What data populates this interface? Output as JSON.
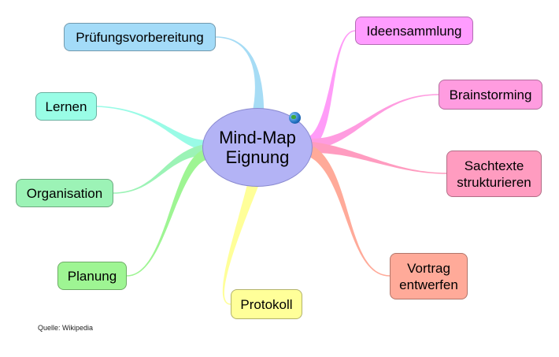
{
  "center": {
    "line1": "Mind-Map",
    "line2": "Eignung",
    "color": "#b3b3f5"
  },
  "nodes": [
    {
      "id": "pruefungsvorbereitung",
      "label": "Prüfungsvorbereitung",
      "color": "#a3dbf8",
      "branch": "#a6dcf5"
    },
    {
      "id": "lernen",
      "label": "Lernen",
      "color": "#99fde6",
      "branch": "#99fbe6"
    },
    {
      "id": "organisation",
      "label": "Organisation",
      "color": "#9cf3b6",
      "branch": "#9cf3b6"
    },
    {
      "id": "planung",
      "label": "Planung",
      "color": "#9ef593",
      "branch": "#9ef593"
    },
    {
      "id": "protokoll",
      "label": "Protokoll",
      "color": "#ffff99",
      "branch": "#ffff99"
    },
    {
      "id": "ideensammlung",
      "label": "Ideensammlung",
      "color": "#ff9cff",
      "branch": "#ff9cf8"
    },
    {
      "id": "brainstorming",
      "label": "Brainstorming",
      "color": "#ff9ce0",
      "branch": "#ff9ce0"
    },
    {
      "id": "sachtexte",
      "label": "Sachtexte strukturieren",
      "color": "#ff9cc0",
      "branch": "#ff9cc0"
    },
    {
      "id": "vortrag",
      "label": "Vortrag entwerfen",
      "color": "#ffaa99",
      "branch": "#ffaa99"
    }
  ],
  "source": "Quelle: Wikipedia",
  "icons": {
    "center_badge": "globe-icon"
  }
}
